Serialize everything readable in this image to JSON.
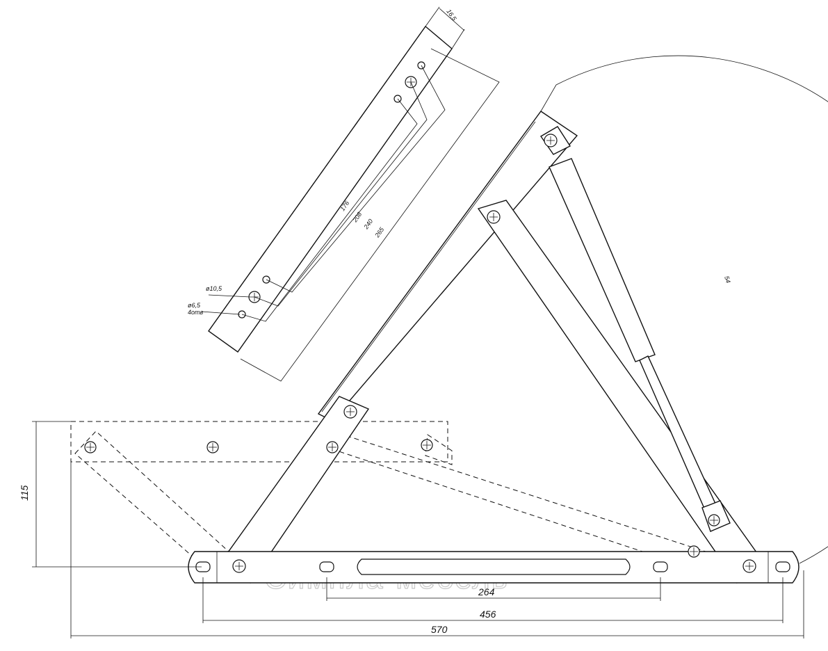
{
  "dimensions": {
    "total_width": "570",
    "hole_spacing": "456",
    "slot_length": "264",
    "height": "115",
    "arc_radius": "54",
    "bracket_offset": "16,5",
    "hole_dist_1": "176",
    "hole_dist_2": "208",
    "hole_dist_3": "240",
    "hole_dist_4": "265"
  },
  "labels": {
    "large_hole": "ø10,5",
    "small_hole": "ø6,5",
    "small_hole_count": "4отв"
  },
  "watermark": "Симпла-мебель"
}
